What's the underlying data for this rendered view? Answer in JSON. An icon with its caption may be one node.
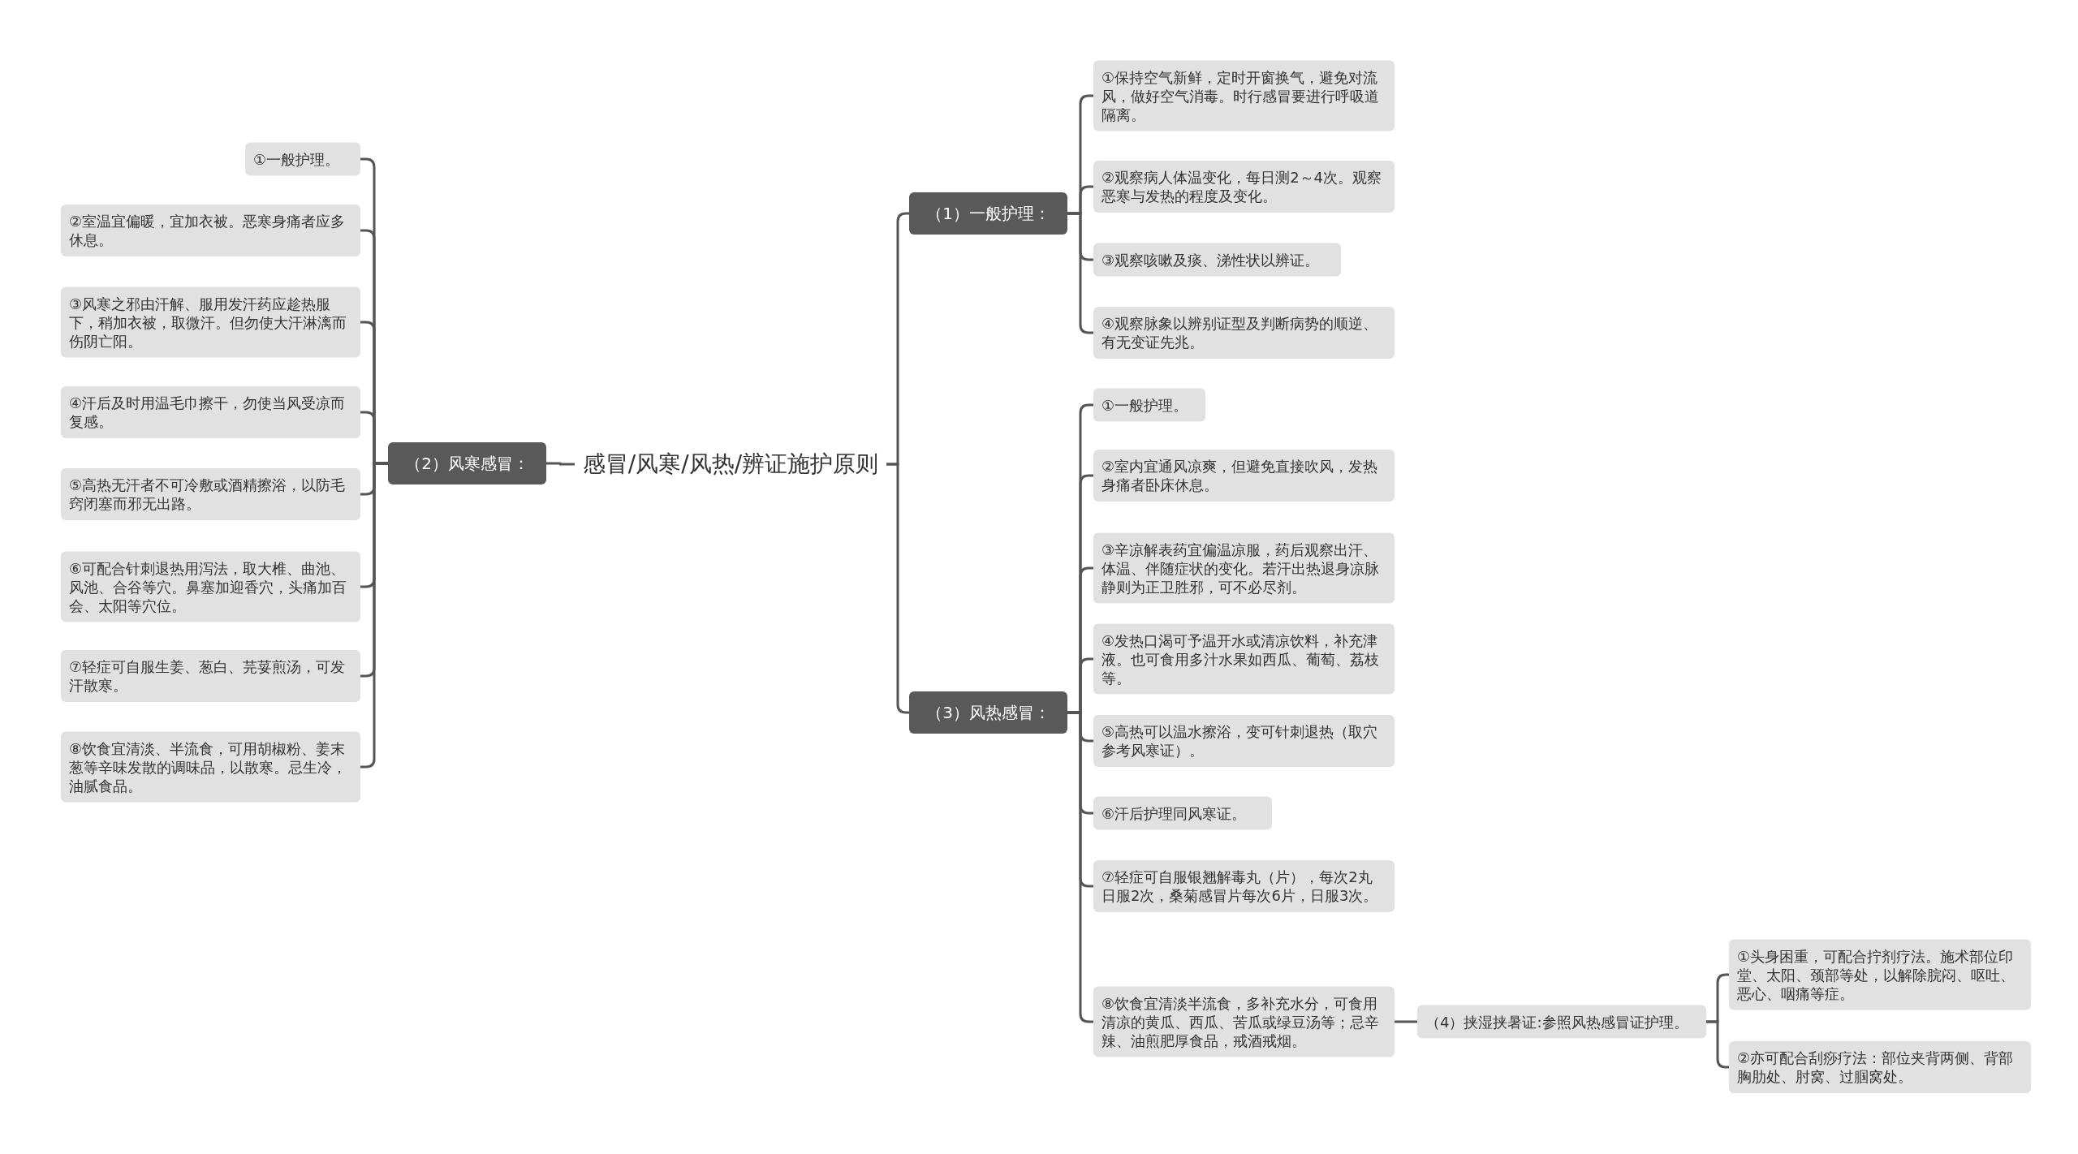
{
  "diagram": {
    "nodes": [
      {
        "text": [
          "感冒/风寒/风热/辨证施护原则"
        ]
      },
      {
        "text": [
          "（1）一般护理："
        ]
      },
      {
        "text": [
          "①保持空气新鲜，定时开窗换气，避免对流风，做好空气消毒。时行感冒要进行呼吸道隔离。"
        ]
      },
      {
        "text": [
          "②观察病人体温变化，每日测2～4次。观察恶寒与发热的程度及变化。"
        ]
      },
      {
        "text": [
          "③观察咳嗽及痰、涕性状以辨证。"
        ]
      },
      {
        "text": [
          "④观察脉象以辨别证型及判断病势的顺逆、有无变证先兆。"
        ]
      },
      {
        "text": [
          "（2）风寒感冒："
        ]
      },
      {
        "text": [
          "①一般护理。"
        ]
      },
      {
        "text": [
          "②室温宜偏暖，宜加衣被。恶寒身痛者应多休息。"
        ]
      },
      {
        "text": [
          "③风寒之邪由汗解、服用发汗药应趁热服下，稍加衣被，取微汗。但勿使大汗淋漓而伤阴亡阳。"
        ]
      },
      {
        "text": [
          "④汗后及时用温毛巾擦干，勿使当风受凉而复感。"
        ]
      },
      {
        "text": [
          "⑤高热无汗者不可冷敷或酒精擦浴，以防毛窍闭塞而邪无出路。"
        ]
      },
      {
        "text": [
          "⑥可配合针刺退热用泻法，取大椎、曲池、风池、合谷等穴。鼻塞加迎香穴，头痛加百会、太阳等穴位。"
        ]
      },
      {
        "text": [
          "⑦轻症可自服生姜、葱白、芫荽煎汤，可发汗散寒。"
        ]
      },
      {
        "text": [
          "⑧饮食宜清淡、半流食，可用胡椒粉、姜末葱等辛味发散的调味品，以散寒。忌生冷，油腻食品。"
        ]
      },
      {
        "text": [
          "（3）风热感冒："
        ]
      },
      {
        "text": [
          "①一般护理。"
        ]
      },
      {
        "text": [
          "②室内宜通风凉爽，但避免直接吹风，发热身痛者卧床休息。"
        ]
      },
      {
        "text": [
          "③辛凉解表药宜偏温凉服，药后观察出汗、体温、伴随症状的变化。若汗出热退身凉脉静则为正卫胜邪，可不必尽剂。"
        ]
      },
      {
        "text": [
          "④发热口渴可予温开水或清凉饮料，补充津液。也可食用多汁水果如西瓜、葡萄、荔枝等。"
        ]
      },
      {
        "text": [
          "⑤高热可以温水擦浴，变可针刺退热（取穴参考风寒证）。"
        ]
      },
      {
        "text": [
          "⑥汗后护理同风寒证。"
        ]
      },
      {
        "text": [
          "⑦轻症可自服银翘解毒丸（片），每次2丸日服2次，桑菊感冒片每次6片，日服3次。"
        ]
      },
      {
        "text": [
          "⑧饮食宜清淡半流食，多补充水分，可食用清凉的黄瓜、西瓜、苦瓜或绿豆汤等；忌辛辣、油煎肥厚食品，戒酒戒烟。"
        ]
      },
      {
        "text": [
          "（4）挟湿挟暑证:参照风热感冒证护理。"
        ]
      },
      {
        "text": [
          "①头身困重，可配合拧剂疗法。施术部位印堂、太阳、颈部等处，以解除脘闷、呕吐、恶心、咽痛等症。"
        ]
      },
      {
        "text": [
          "②亦可配合刮痧疗法：部位夹背两侧、背部胸肋处、肘窝、过腘窝处。"
        ]
      }
    ],
    "edges": [
      {
        "from": 0,
        "to": 1,
        "arrow": "none"
      },
      {
        "from": 1,
        "to": 2,
        "arrow": "none"
      },
      {
        "from": 1,
        "to": 3,
        "arrow": "none"
      },
      {
        "from": 1,
        "to": 4,
        "arrow": "none"
      },
      {
        "from": 1,
        "to": 5,
        "arrow": "none"
      },
      {
        "from": 0,
        "to": 6,
        "arrow": "none"
      },
      {
        "from": 6,
        "to": 7,
        "arrow": "none"
      },
      {
        "from": 6,
        "to": 8,
        "arrow": "none"
      },
      {
        "from": 6,
        "to": 9,
        "arrow": "none"
      },
      {
        "from": 6,
        "to": 10,
        "arrow": "none"
      },
      {
        "from": 6,
        "to": 11,
        "arrow": "none"
      },
      {
        "from": 6,
        "to": 12,
        "arrow": "none"
      },
      {
        "from": 6,
        "to": 13,
        "arrow": "none"
      },
      {
        "from": 6,
        "to": 14,
        "arrow": "none"
      },
      {
        "from": 0,
        "to": 15,
        "arrow": "none"
      },
      {
        "from": 15,
        "to": 16,
        "arrow": "none"
      },
      {
        "from": 15,
        "to": 17,
        "arrow": "none"
      },
      {
        "from": 15,
        "to": 18,
        "arrow": "none"
      },
      {
        "from": 15,
        "to": 19,
        "arrow": "none"
      },
      {
        "from": 15,
        "to": 20,
        "arrow": "none"
      },
      {
        "from": 15,
        "to": 21,
        "arrow": "none"
      },
      {
        "from": 15,
        "to": 22,
        "arrow": "none"
      },
      {
        "from": 15,
        "to": 23,
        "arrow": "none"
      },
      {
        "from": 23,
        "to": 24,
        "arrow": "none"
      },
      {
        "from": 24,
        "to": 25,
        "arrow": "none"
      },
      {
        "from": 24,
        "to": 26,
        "arrow": "none"
      }
    ]
  }
}
